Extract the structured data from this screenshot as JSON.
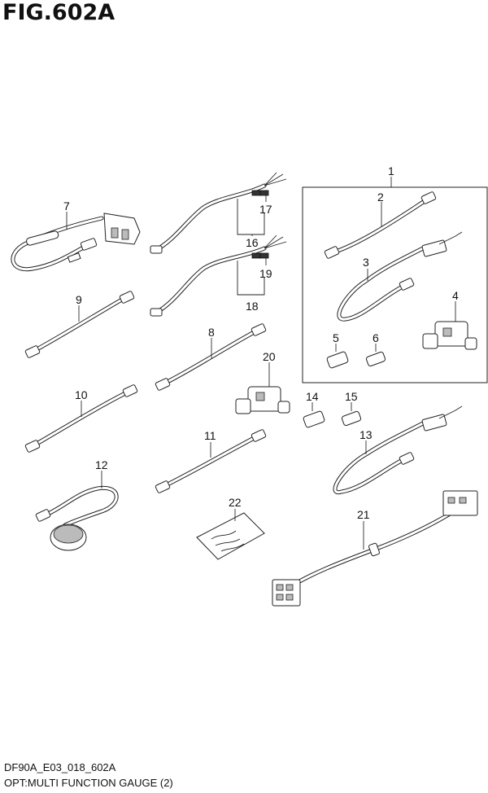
{
  "figure": {
    "title": "FIG.602A",
    "code": "DF90A_E03_018_602A",
    "description": "OPT:MULTI FUNCTION GAUGE (2)"
  },
  "callouts": {
    "c1": "1",
    "c2": "2",
    "c3": "3",
    "c4": "4",
    "c5": "5",
    "c6": "6",
    "c7": "7",
    "c8": "8",
    "c9": "9",
    "c10": "10",
    "c11": "11",
    "c12": "12",
    "c13": "13",
    "c14": "14",
    "c15": "15",
    "c16": "16",
    "c17": "17",
    "c18": "18",
    "c19": "19",
    "c20": "20",
    "c21": "21",
    "c22": "22"
  }
}
